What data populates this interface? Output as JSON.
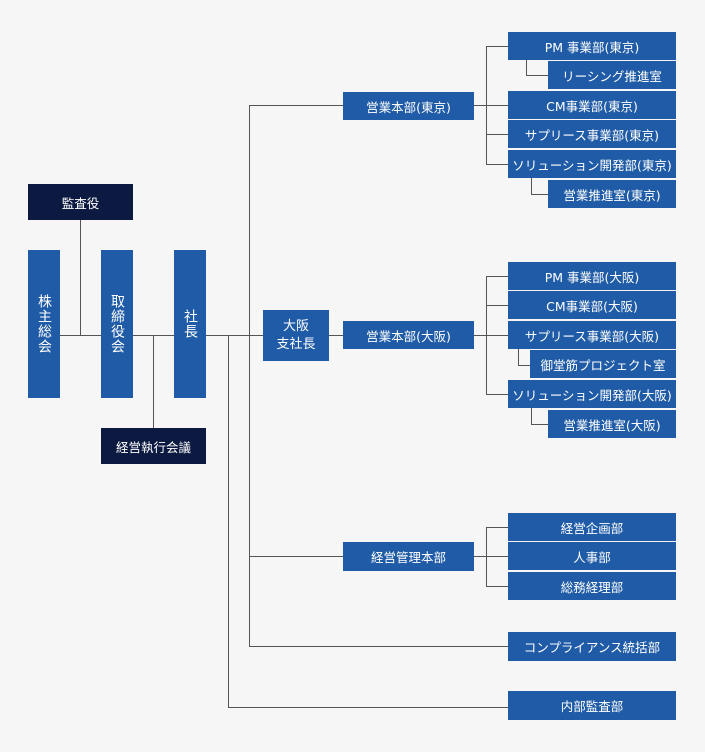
{
  "colors": {
    "box": "#1f5ba6",
    "box_dark": "#0c1a42",
    "line": "#555555",
    "background": "#f6f6f6"
  },
  "top": {
    "auditor": "監査役",
    "shareholders": "株主総会",
    "board": "取締役会",
    "president": "社長",
    "exec_meeting": "経営執行会議",
    "osaka_branch": "大阪\n支社長"
  },
  "tokyo": {
    "hq": "営業本部(東京)",
    "units": [
      "PM 事業部(東京)",
      "リーシング推進室",
      "CM事業部(東京)",
      "サプリース事業部(東京)",
      "ソリューション開発部(東京)",
      "営業推進室(東京)"
    ]
  },
  "osaka": {
    "hq": "営業本部(大阪)",
    "units": [
      "PM 事業部(大阪)",
      "CM事業部(大阪)",
      "サプリース事業部(大阪)",
      "御堂筋プロジェクト室",
      "ソリューション開発部(大阪)",
      "営業推進室(大阪)"
    ]
  },
  "management": {
    "hq": "経営管理本部",
    "units": [
      "経営企画部",
      "人事部",
      "総務経理部"
    ]
  },
  "compliance": "コンプライアンス統括部",
  "internal_audit": "内部監査部"
}
